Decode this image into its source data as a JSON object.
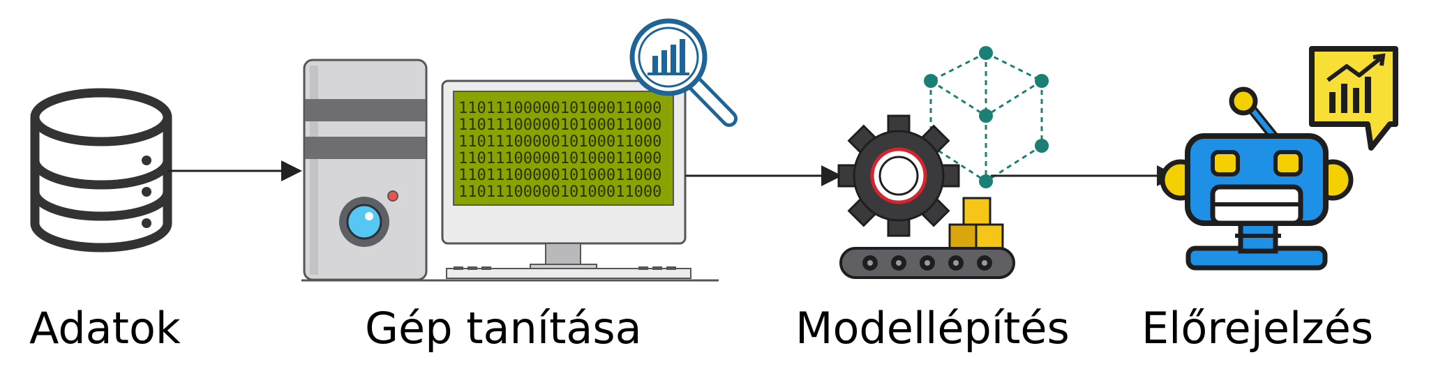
{
  "stages": [
    {
      "label": "Adatok",
      "icon": "database-icon"
    },
    {
      "label": "Gép tanítása",
      "icon": "computer-icon"
    },
    {
      "label": "Modellépítés",
      "icon": "gear-conveyor-icon"
    },
    {
      "label": "Előrejelzés",
      "icon": "robot-icon"
    }
  ],
  "screen": {
    "rows": [
      "1101110000010100011000",
      "1101110000010100011000",
      "1101110000010100011000",
      "1101110000010100011000",
      "1101110000010100011000",
      "1101110000010100011000"
    ]
  },
  "colors": {
    "screen_bg": "#8aa300",
    "accent_teal": "#1a7f74",
    "magnifier_blue": "#1f6496",
    "robot_blue": "#1e90e6",
    "yellow": "#f5d000",
    "outline": "#222222"
  }
}
